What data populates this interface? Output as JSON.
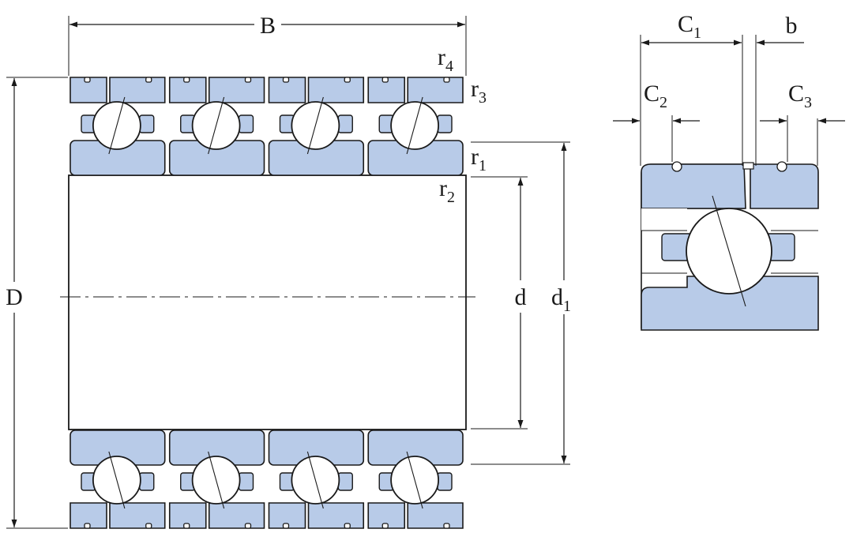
{
  "labels": {
    "B": "B",
    "D": "D",
    "d": "d",
    "d1": {
      "main": "d",
      "sub": "1"
    },
    "r1": {
      "main": "r",
      "sub": "1"
    },
    "r2": {
      "main": "r",
      "sub": "2"
    },
    "r3": {
      "main": "r",
      "sub": "3"
    },
    "r4": {
      "main": "r",
      "sub": "4"
    },
    "C1": {
      "main": "C",
      "sub": "1"
    },
    "C2": {
      "main": "C",
      "sub": "2"
    },
    "C3": {
      "main": "C",
      "sub": "3"
    },
    "b": "b"
  },
  "colors": {
    "ring_fill": "#b8cbe8",
    "line": "#1a1a1a",
    "background": "#ffffff"
  },
  "bearing_rows": 4
}
